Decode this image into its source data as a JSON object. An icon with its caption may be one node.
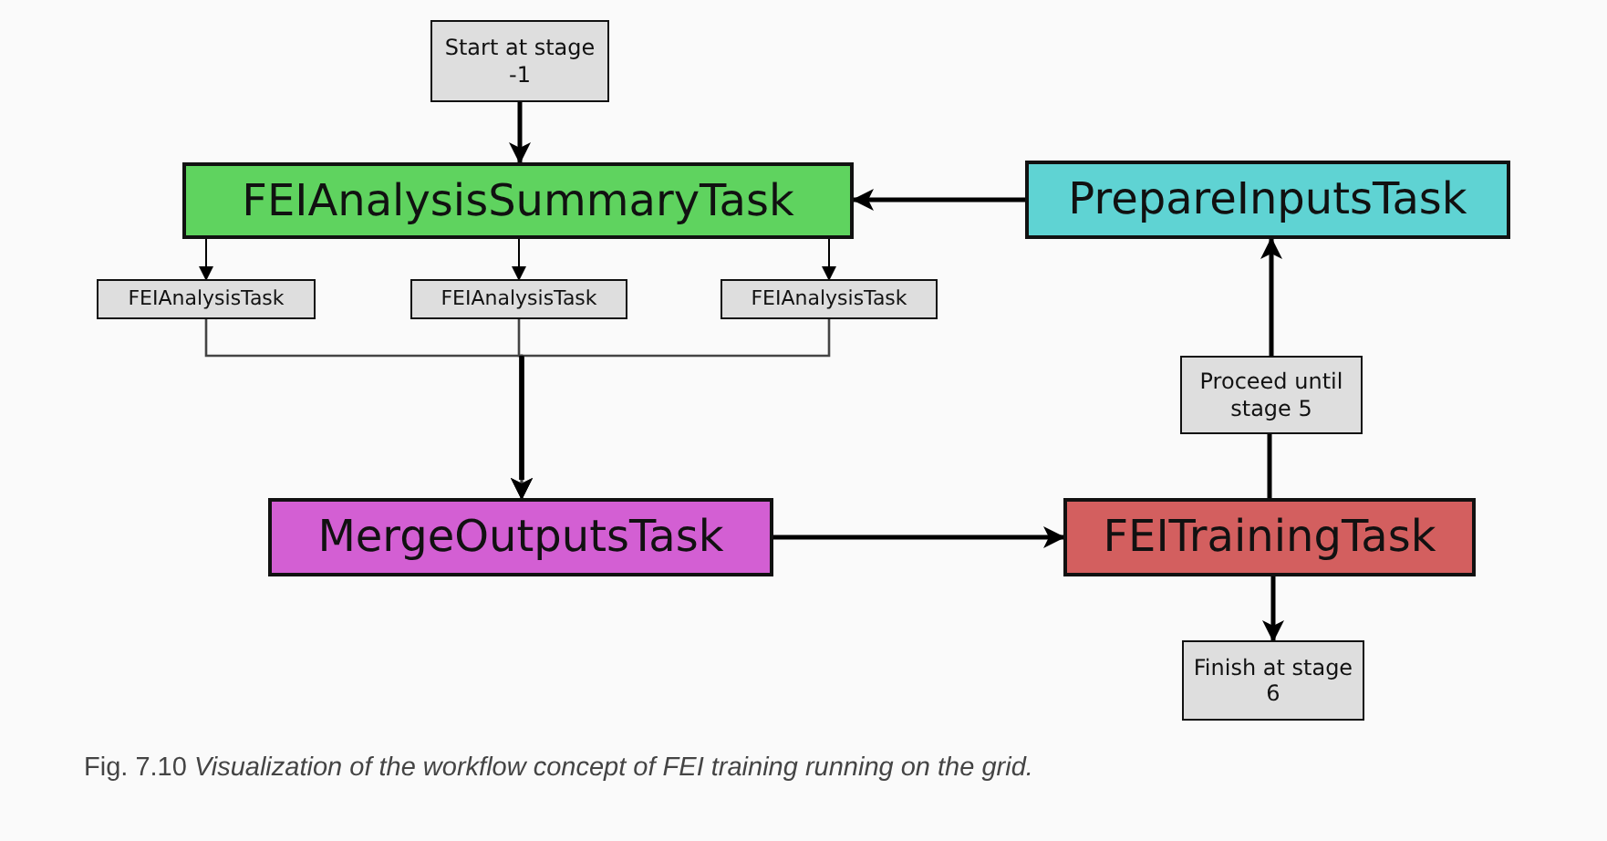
{
  "diagram": {
    "caption": "Fig. 7.10 *Visualization of the workflow concept of FEI training running on the grid.*",
    "nodes": [
      {
        "text": [
          "Start at stage -1"
        ]
      },
      {
        "text": [
          "FEIAnalysisSummaryTask"
        ]
      },
      {
        "text": [
          "PrepareInputsTask"
        ]
      },
      {
        "text": [
          "FEIAnalysisTask"
        ]
      },
      {
        "text": [
          "FEIAnalysisTask"
        ]
      },
      {
        "text": [
          "FEIAnalysisTask"
        ]
      },
      {
        "text": [
          "Proceed until stage 5"
        ]
      },
      {
        "text": [
          "MergeOutputsTask"
        ]
      },
      {
        "text": [
          "FEITrainingTask"
        ]
      },
      {
        "text": [
          "Finish at stage 6"
        ]
      }
    ],
    "edges": [
      {
        "from": 0,
        "to": 1,
        "arrow": "to"
      },
      {
        "from": 2,
        "to": 1,
        "arrow": "to"
      },
      {
        "from": 1,
        "to": 3,
        "arrow": "to"
      },
      {
        "from": 1,
        "to": 4,
        "arrow": "to"
      },
      {
        "from": 1,
        "to": 5,
        "arrow": "to"
      },
      {
        "from": 3,
        "to": 7,
        "arrow": "to"
      },
      {
        "from": 4,
        "to": 7,
        "arrow": "to"
      },
      {
        "from": 5,
        "to": 7,
        "arrow": "to"
      },
      {
        "from": 7,
        "to": 8,
        "arrow": "to"
      },
      {
        "from": 8,
        "to": 6,
        "arrow": "none"
      },
      {
        "from": 6,
        "to": 2,
        "arrow": "to"
      },
      {
        "from": 8,
        "to": 9,
        "arrow": "to"
      }
    ]
  }
}
